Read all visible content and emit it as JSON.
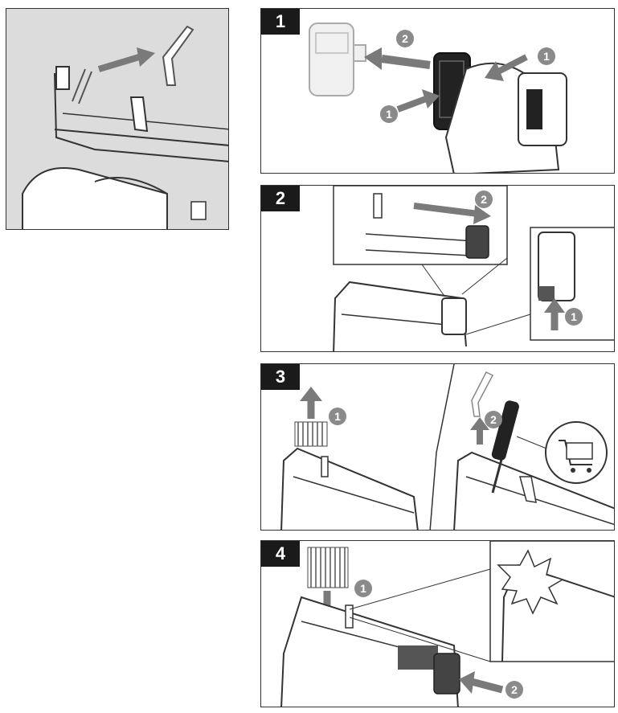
{
  "steps": [
    {
      "number": "1",
      "callouts": [
        "2",
        "1",
        "1"
      ]
    },
    {
      "number": "2",
      "callouts": [
        "2",
        "1"
      ]
    },
    {
      "number": "3",
      "callouts": [
        "1",
        "2"
      ]
    },
    {
      "number": "4",
      "callouts": [
        "1",
        "2"
      ]
    }
  ],
  "colors": {
    "line": "#333333",
    "badge": "#1a1a1a",
    "callout": "#8a8a8a",
    "arrow": "#7a7a7a",
    "overview_bg": "#dcdcdc"
  },
  "icons": [
    "jammed-staple-icon",
    "battery-icon",
    "screwdriver-icon",
    "shopping-cart-icon",
    "staple-strip-icon"
  ]
}
